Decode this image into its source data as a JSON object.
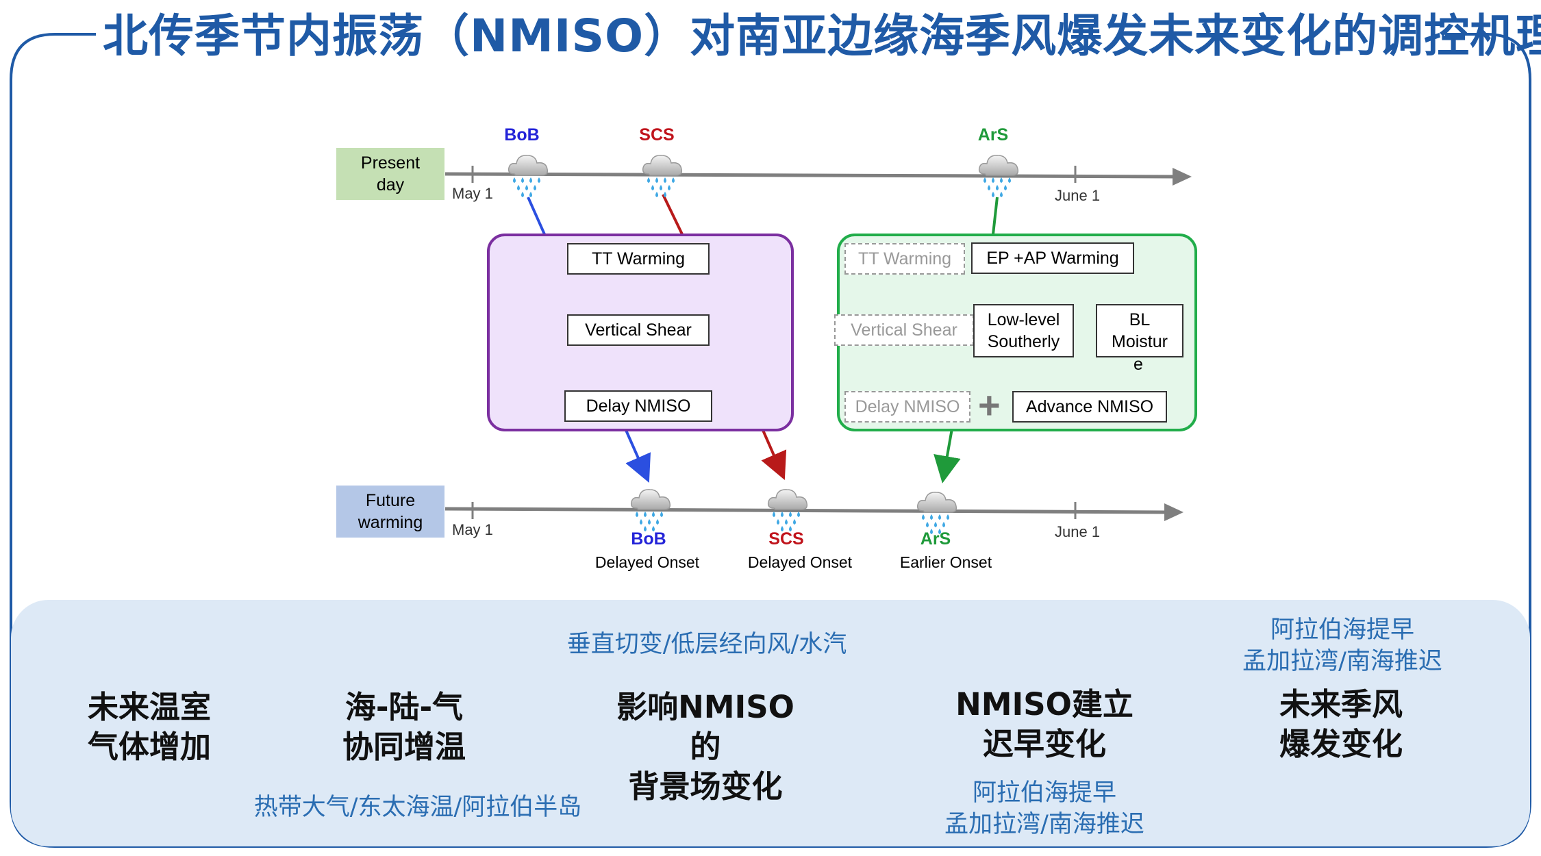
{
  "title": "北传季节内振荡（NMISO）对南亚边缘海季风爆发未来变化的调控机理",
  "timelines": {
    "present": {
      "label_line1": "Present",
      "label_line2": "day",
      "start_tick": "May 1",
      "end_tick": "June 1",
      "regions": [
        {
          "name": "BoB",
          "color": "#2323d8"
        },
        {
          "name": "SCS",
          "color": "#c0141c"
        },
        {
          "name": "ArS",
          "color": "#1f9a3a"
        }
      ]
    },
    "future": {
      "label_line1": "Future",
      "label_line2": "warming",
      "start_tick": "May 1",
      "end_tick": "June 1",
      "regions": [
        {
          "name": "BoB",
          "color": "#2323d8",
          "desc": "Delayed Onset"
        },
        {
          "name": "SCS",
          "color": "#c0141c",
          "desc": "Delayed Onset"
        },
        {
          "name": "ArS",
          "color": "#1f9a3a",
          "desc": "Earlier Onset"
        }
      ]
    }
  },
  "purple_panel": {
    "box1": "TT Warming",
    "box2": "Vertical Shear",
    "box3": "Delay NMISO"
  },
  "green_panel": {
    "faded1": "TT Warming",
    "faded2": "Vertical Shear",
    "faded3": "Delay NMISO",
    "box_ep": "EP +AP Warming",
    "box_low_line1": "Low-level",
    "box_low_line2": "Southerly",
    "box_bl_line1": "BL",
    "box_bl_line2": "Moistur",
    "box_bl_overflow": "e",
    "box_advance": "Advance NMISO",
    "plus": "+"
  },
  "flow": {
    "step1_line1": "未来温室",
    "step1_line2": "气体增加",
    "step2_line1": "海-陆-气",
    "step2_line2": "协同增温",
    "step3_line1": "影响NMISO的",
    "step3_line2": "背景场变化",
    "step4_line1": "NMISO建立",
    "step4_line2": "迟早变化",
    "step5_line1": "未来季风",
    "step5_line2": "爆发变化",
    "note_below_step2": "热带大气/东太海温/阿拉伯半岛",
    "note_above_step3": "垂直切变/低层经向风/水汽",
    "note_below_step4_line1": "阿拉伯海提早",
    "note_below_step4_line2": "孟加拉湾/南海推迟",
    "note_above_step5_line1": "阿拉伯海提早",
    "note_above_step5_line2": "孟加拉湾/南海推迟"
  },
  "colors": {
    "title": "#1f5aa6",
    "frame": "#1f5aa6",
    "purple_border": "#7b2fa0",
    "purple_fill": "#efe2fb",
    "green_border": "#21ad4a",
    "green_fill": "#e5f7ea",
    "bottom_fill": "#dde9f6",
    "note_text": "#2a6db2"
  }
}
